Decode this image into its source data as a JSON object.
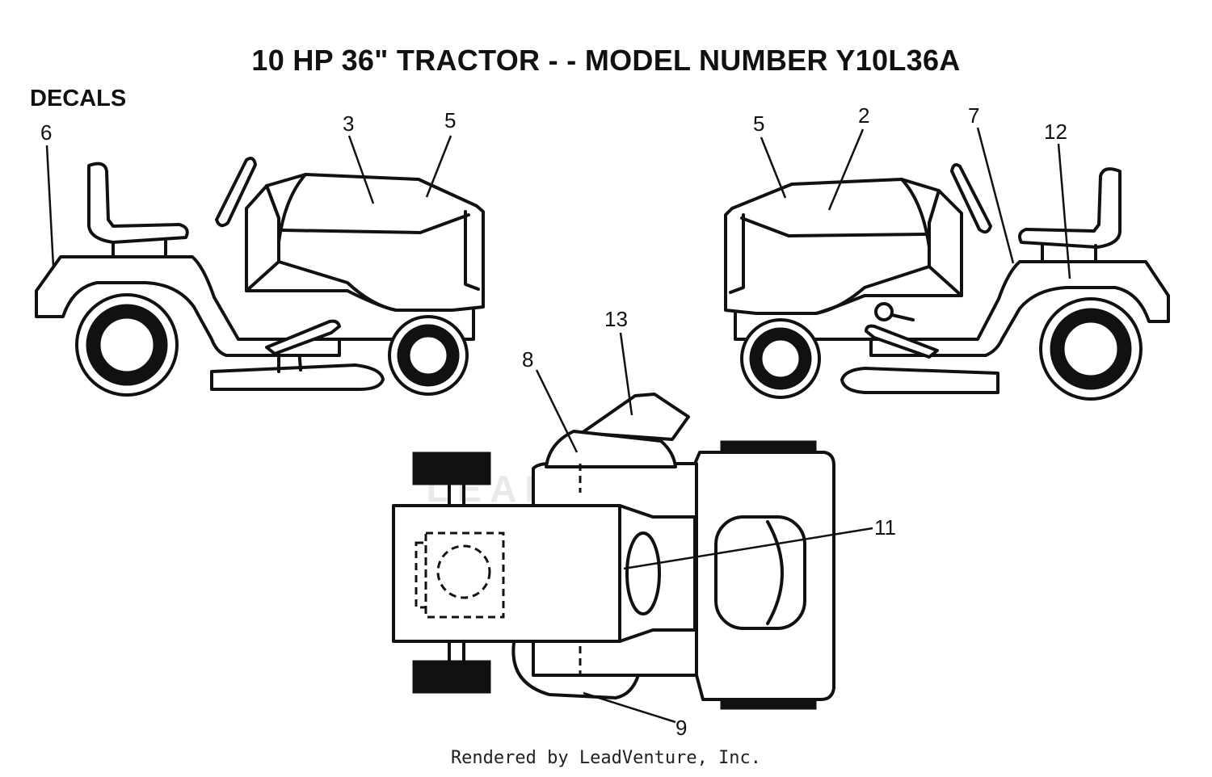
{
  "title": "10 HP 36\" TRACTOR - - MODEL NUMBER Y10L36A",
  "section_label": "DECALS",
  "watermark": "LEADVENTURE",
  "footer": "Rendered by LeadVenture, Inc.",
  "callouts": {
    "left_view": {
      "n6": "6",
      "n3": "3",
      "n5": "5"
    },
    "right_view": {
      "n5": "5",
      "n2": "2",
      "n7": "7",
      "n12": "12"
    },
    "top_view": {
      "n13": "13",
      "n8": "8",
      "n11": "11",
      "n9": "9"
    }
  }
}
